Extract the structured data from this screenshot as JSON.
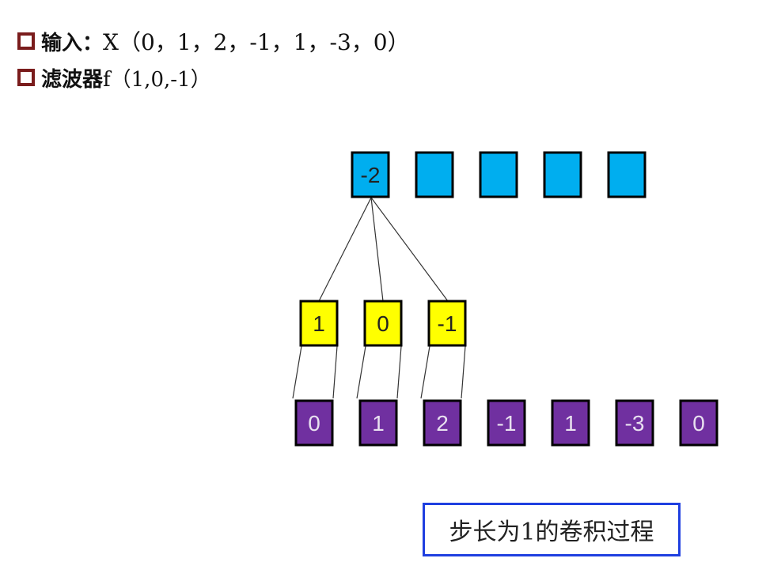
{
  "header": {
    "input_label": "输入：",
    "input_value": "X（0，1，2，-1，1，-3，0）",
    "filter_label": "滤波器",
    "filter_value": "f（1,0,-1）"
  },
  "diagram": {
    "output_cells": [
      "-2",
      "",
      "",
      "",
      ""
    ],
    "filter_cells": [
      "1",
      "0",
      "-1"
    ],
    "input_cells": [
      "0",
      "1",
      "2",
      "-1",
      "1",
      "-3",
      "0"
    ],
    "colors": {
      "output": "#00aeef",
      "filter": "#ffff00",
      "input": "#7030a0",
      "border": "#000000",
      "connector": "#333333",
      "bullet": "#7a1c1c",
      "caption_border": "#1f3fe0"
    }
  },
  "caption": "步长为1的卷积过程"
}
